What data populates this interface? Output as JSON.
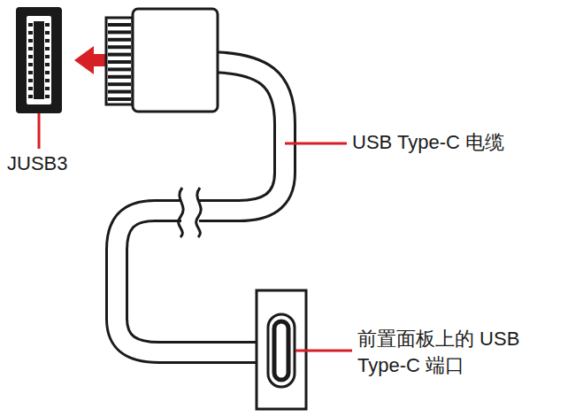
{
  "diagram": {
    "labels": [
      "JUSB3",
      "USB Type-C 电缆",
      "前置面板上的 USB Type-C 端口"
    ]
  }
}
